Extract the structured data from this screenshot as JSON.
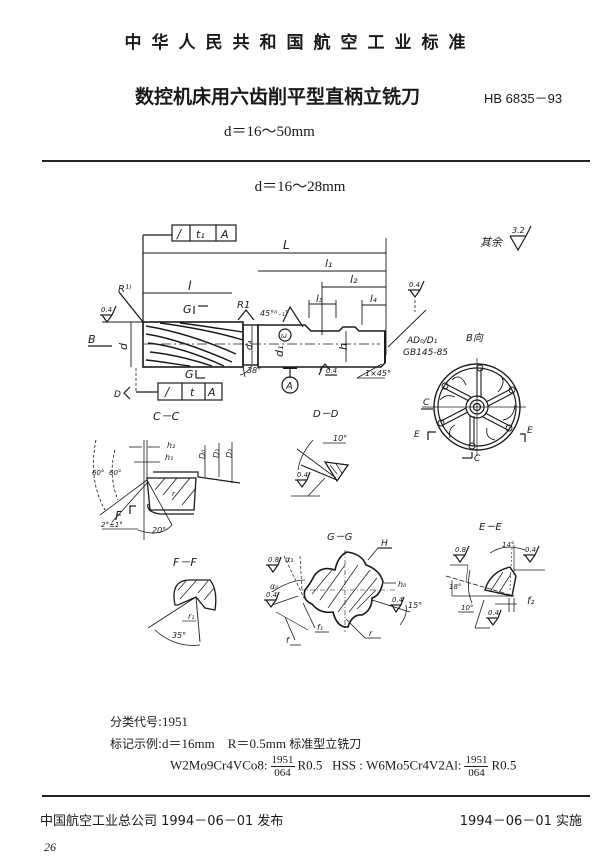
{
  "header": {
    "organization": "中华人民共和国航空工业标准",
    "title": "数控机床用六齿削平型直柄立铣刀",
    "standard_number": "HB 6835－93",
    "range": "d＝16～50mm"
  },
  "section": {
    "range": "d＝16～28mm"
  },
  "drawing": {
    "main_view": {
      "labels": {
        "L": "L",
        "l1": "l₁",
        "l2": "l₂",
        "l3": "l₃",
        "l4": "l₄",
        "l": "l",
        "d": "d",
        "d4": "d₄",
        "d1": "d₁",
        "h": "h",
        "R_tip": "R¹⁾",
        "R1": "R1",
        "chamfer_angle": "45°⁰₋₁°",
        "helix_angle": "38°",
        "end_chamfer": "1×45°",
        "center_hole": "AD₀/D₁",
        "center_hole_std": "GB145-85",
        "datum": "A",
        "section_G_top": "G",
        "section_G_bottom": "G",
        "view_B": "B",
        "view_D": "D",
        "circled_mark": "ω",
        "roughness_left": "0.4",
        "roughness_right": "0.4",
        "roughness_bottom": "0.4"
      },
      "tolerance_frame_top": [
        "/",
        "t₁",
        "A"
      ],
      "tolerance_frame_bottom": [
        "/",
        "t",
        "A"
      ]
    },
    "surface_note": {
      "label": "其余",
      "roughness": "3.2"
    },
    "view_B": {
      "title": "B向",
      "section_C": "C",
      "section_E": "E"
    },
    "section_C_C": {
      "title": "C－C",
      "labels": {
        "h2": "h₂",
        "h1": "h₁",
        "D0": "D₀",
        "D1": "D₁",
        "D2": "D₂",
        "F": "F",
        "r": "r"
      },
      "angles": [
        "60°",
        "60°",
        "2°±1°",
        "20°"
      ]
    },
    "section_D_D": {
      "title": "D－D",
      "angle": "10°",
      "roughness": "0.4"
    },
    "section_F_F": {
      "title": "F－F",
      "angle": "35°",
      "label": "r₁"
    },
    "section_G_G": {
      "title": "G－G",
      "labels": {
        "H": "H",
        "h0": "h₀",
        "alpha1": "α₁",
        "alpha0": "α₀",
        "f1": "f₁",
        "f": "f",
        "r": "r"
      },
      "angle": "15°",
      "roughness": [
        "0.8",
        "0.4",
        "0.4"
      ]
    },
    "section_E_E": {
      "title": "E－E",
      "angles": [
        "14°",
        "18°",
        "10°"
      ],
      "label_f2": "f₂",
      "roughness": [
        "0.8",
        "0.4",
        "0.4"
      ]
    }
  },
  "info": {
    "classification_label": "分类代号:",
    "classification_code": "1951",
    "example_label": "标记示例:",
    "example_text_d": "d＝16mm",
    "example_text_R": "R＝0.5mm",
    "example_text_type": "标准型立铣刀",
    "marking_1": {
      "material": "W2Mo9Cr4VCo8:",
      "num": "1951",
      "den": "064",
      "suffix": "R0.5"
    },
    "marking_sep": "HSS :",
    "marking_2": {
      "material": "W6Mo5Cr4V2Al:",
      "num": "1951",
      "den": "064",
      "suffix": "R0.5"
    }
  },
  "footer": {
    "issued": "中国航空工业总公司 1994－06－01 发布",
    "effective": "1994－06－01 实施",
    "page": "26"
  }
}
